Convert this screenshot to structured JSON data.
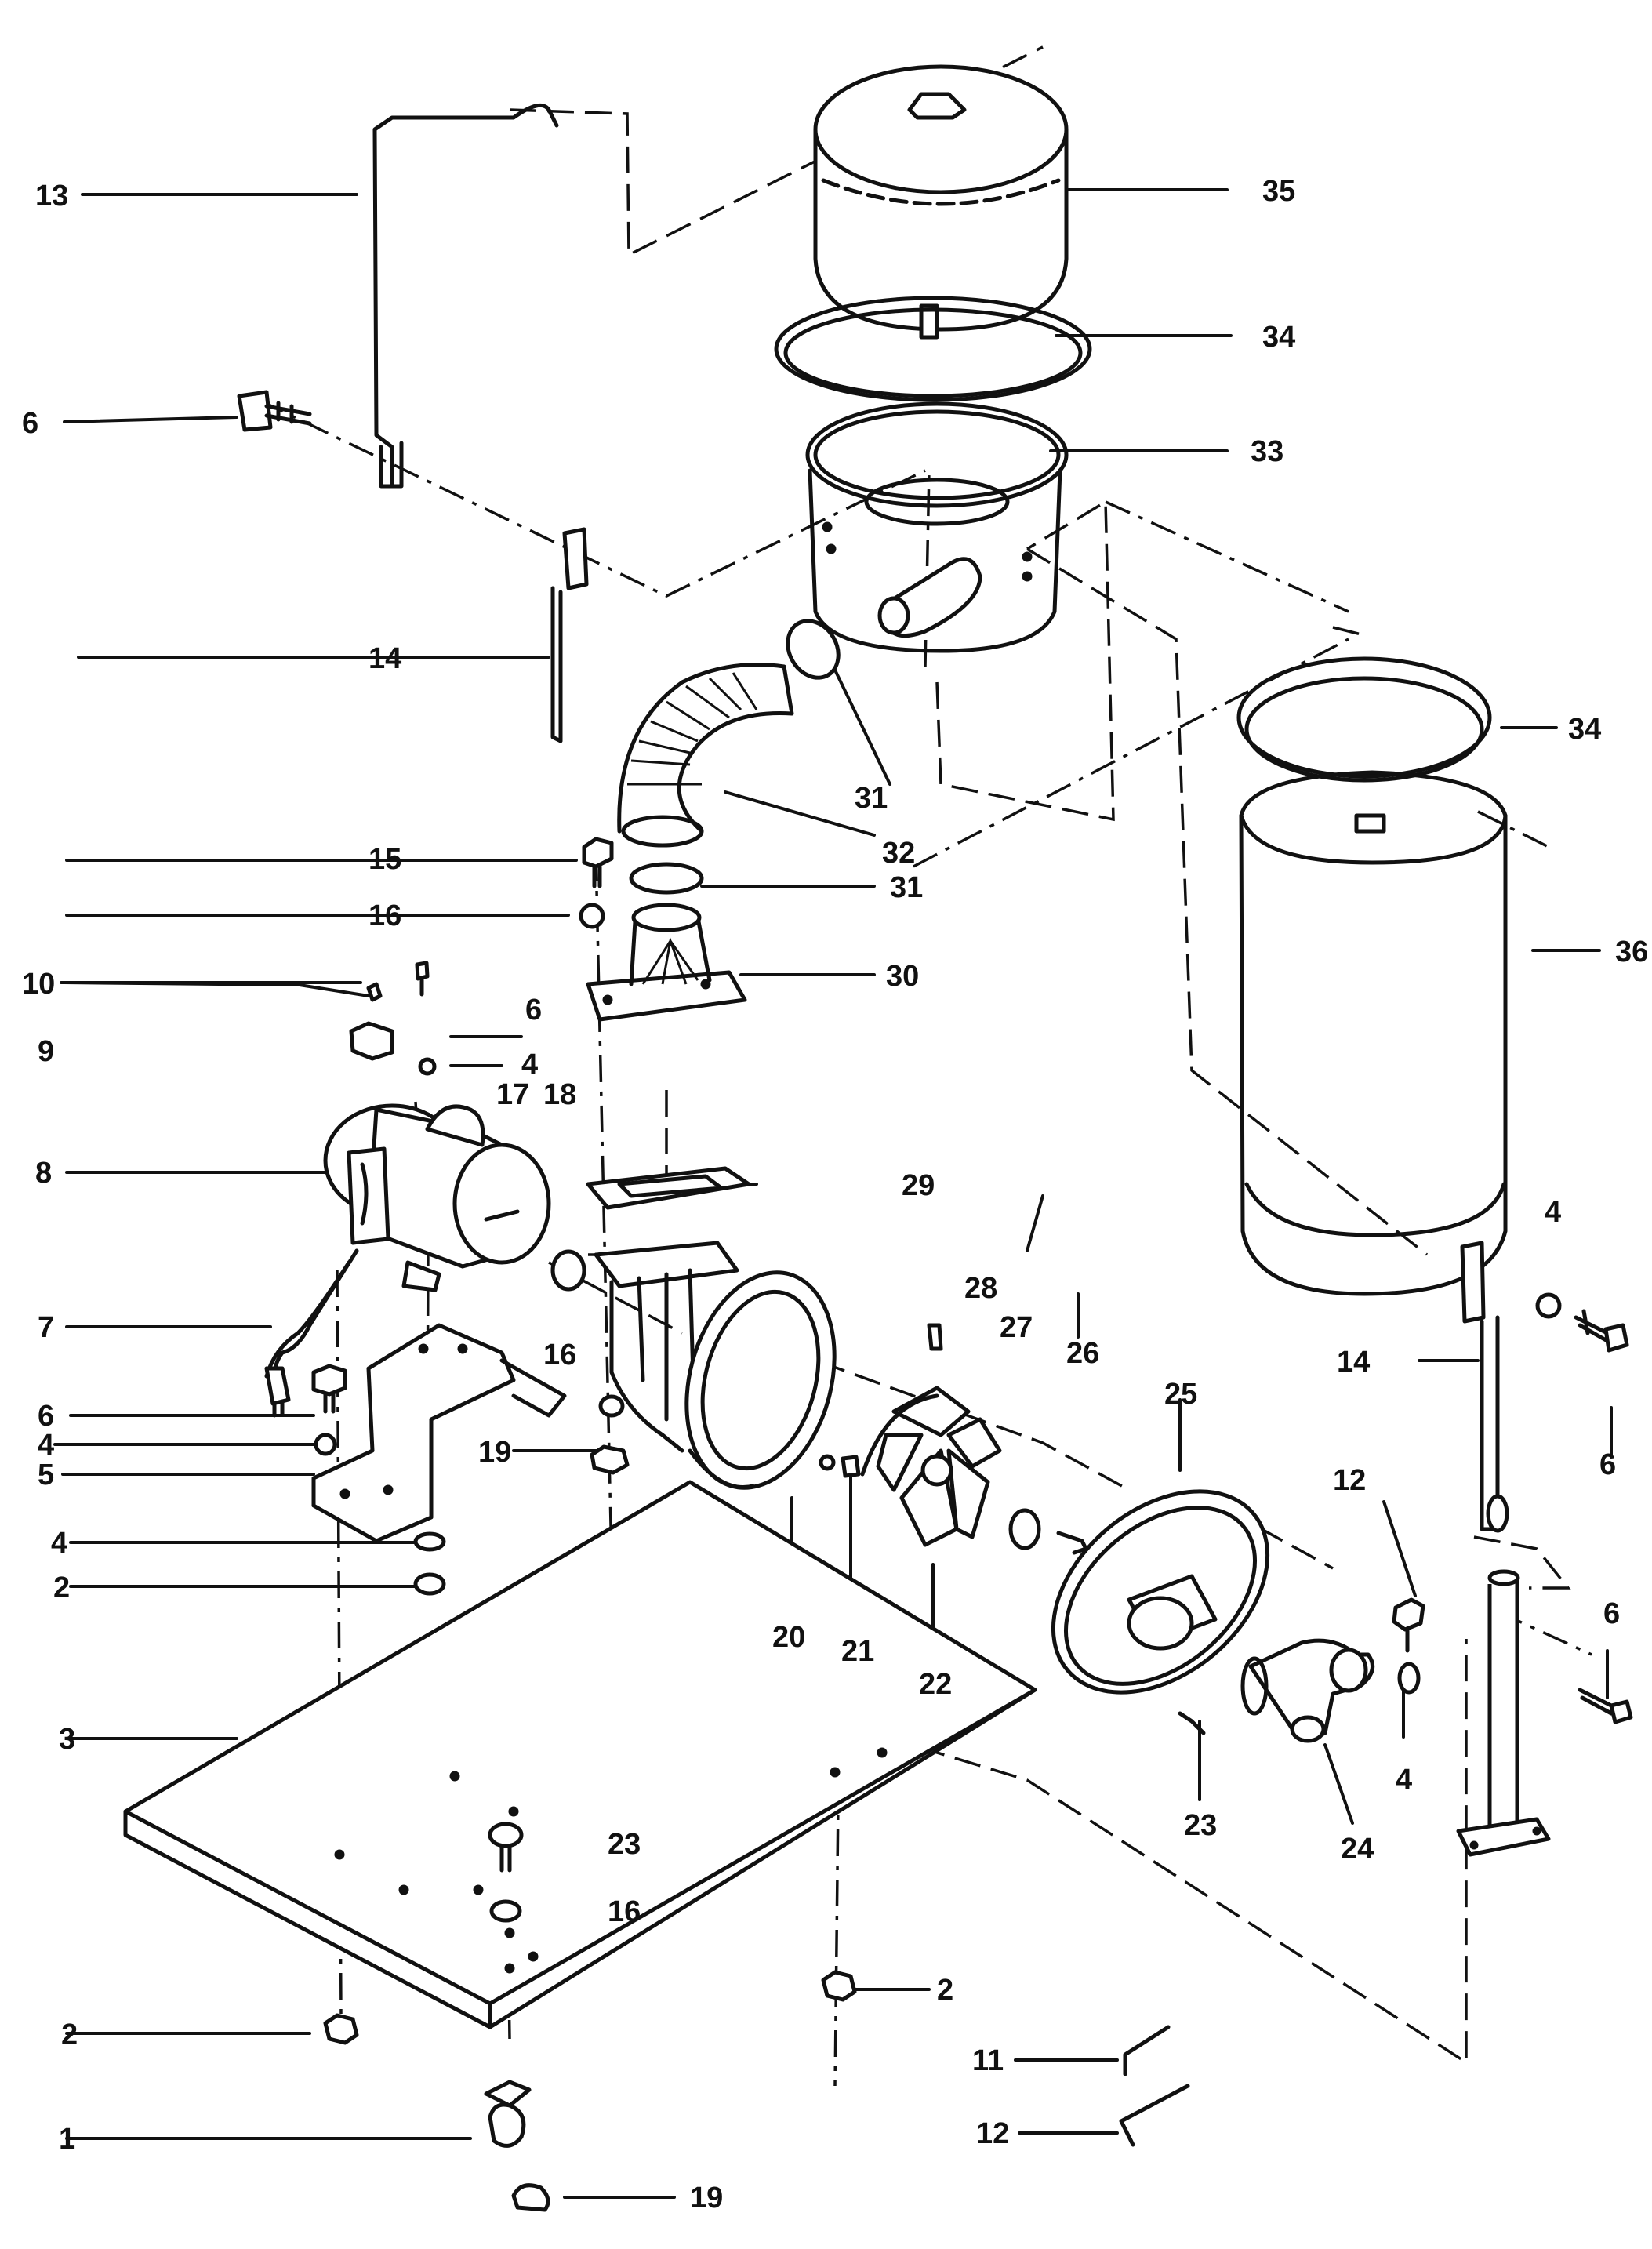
{
  "callouts": [
    {
      "id": "c13",
      "text": "13"
    },
    {
      "id": "c35",
      "text": "35"
    },
    {
      "id": "c34a",
      "text": "34"
    },
    {
      "id": "c6a",
      "text": "6"
    },
    {
      "id": "c33",
      "text": "33"
    },
    {
      "id": "c14a",
      "text": "14"
    },
    {
      "id": "c34b",
      "text": "34"
    },
    {
      "id": "c31a",
      "text": "31"
    },
    {
      "id": "c32",
      "text": "32"
    },
    {
      "id": "c15",
      "text": "15"
    },
    {
      "id": "c31b",
      "text": "31"
    },
    {
      "id": "c16a",
      "text": "16"
    },
    {
      "id": "c36",
      "text": "36"
    },
    {
      "id": "c10",
      "text": "10"
    },
    {
      "id": "c6b",
      "text": "6"
    },
    {
      "id": "c30",
      "text": "30"
    },
    {
      "id": "c9",
      "text": "9"
    },
    {
      "id": "c4a",
      "text": "4"
    },
    {
      "id": "c17",
      "text": "17"
    },
    {
      "id": "c18",
      "text": "18"
    },
    {
      "id": "c8",
      "text": "8"
    },
    {
      "id": "c29",
      "text": "29"
    },
    {
      "id": "c4b",
      "text": "4"
    },
    {
      "id": "c7",
      "text": "7"
    },
    {
      "id": "c28",
      "text": "28"
    },
    {
      "id": "c27",
      "text": "27"
    },
    {
      "id": "c26",
      "text": "26"
    },
    {
      "id": "c14b",
      "text": "14"
    },
    {
      "id": "c16b",
      "text": "16"
    },
    {
      "id": "c25",
      "text": "25"
    },
    {
      "id": "c6c",
      "text": "6"
    },
    {
      "id": "c6d",
      "text": "6"
    },
    {
      "id": "c4c",
      "text": "4"
    },
    {
      "id": "c5",
      "text": "5"
    },
    {
      "id": "c19a",
      "text": "19"
    },
    {
      "id": "c12a",
      "text": "12"
    },
    {
      "id": "c4d",
      "text": "4"
    },
    {
      "id": "c2a",
      "text": "2"
    },
    {
      "id": "c20",
      "text": "20"
    },
    {
      "id": "c21",
      "text": "21"
    },
    {
      "id": "c22",
      "text": "22"
    },
    {
      "id": "c6e",
      "text": "6"
    },
    {
      "id": "c3",
      "text": "3"
    },
    {
      "id": "c23a",
      "text": "23"
    },
    {
      "id": "c4e",
      "text": "4"
    },
    {
      "id": "c24",
      "text": "24"
    },
    {
      "id": "c23b",
      "text": "23"
    },
    {
      "id": "c16c",
      "text": "16"
    },
    {
      "id": "c2b",
      "text": "2"
    },
    {
      "id": "c2c",
      "text": "2"
    },
    {
      "id": "c11",
      "text": "11"
    },
    {
      "id": "c1",
      "text": "1"
    },
    {
      "id": "c12b",
      "text": "12"
    },
    {
      "id": "c19b",
      "text": "19"
    }
  ]
}
